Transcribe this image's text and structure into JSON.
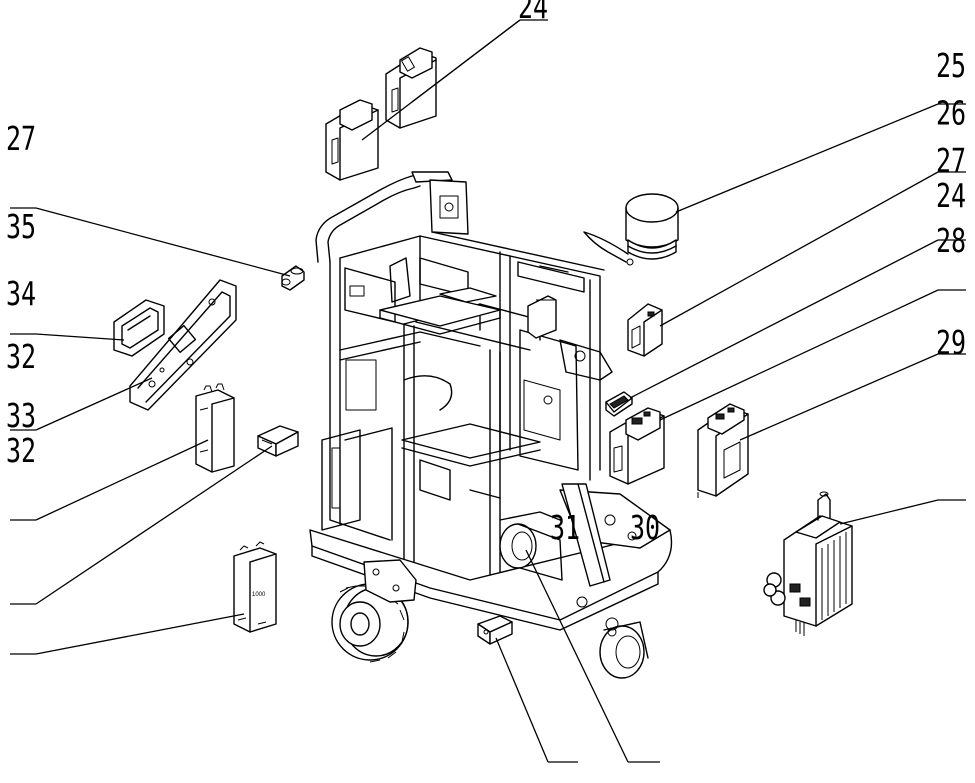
{
  "callouts": [
    {
      "id": "c24a",
      "label": "24"
    },
    {
      "id": "c25",
      "label": "25"
    },
    {
      "id": "c26",
      "label": "26"
    },
    {
      "id": "c27a",
      "label": "27"
    },
    {
      "id": "c27b",
      "label": "27"
    },
    {
      "id": "c24b",
      "label": "24"
    },
    {
      "id": "c28",
      "label": "28"
    },
    {
      "id": "c29",
      "label": "29"
    },
    {
      "id": "c35",
      "label": "35"
    },
    {
      "id": "c34",
      "label": "34"
    },
    {
      "id": "c32a",
      "label": "32"
    },
    {
      "id": "c33",
      "label": "33"
    },
    {
      "id": "c32b",
      "label": "32"
    },
    {
      "id": "c31",
      "label": "31"
    },
    {
      "id": "c30",
      "label": "30"
    }
  ],
  "module_mark": "1000"
}
